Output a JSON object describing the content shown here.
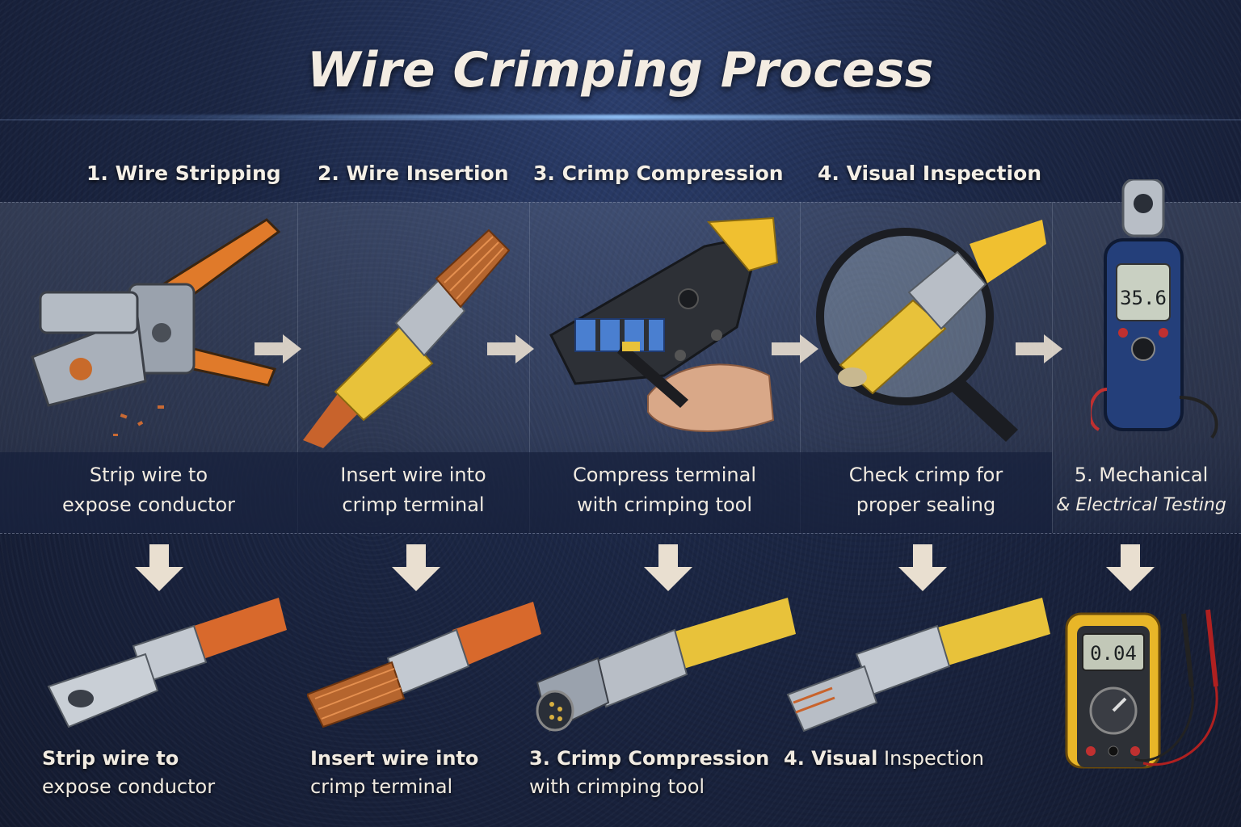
{
  "title": "Wire Crimping Process",
  "steps": [
    {
      "header": "1. Wire Stripping",
      "caption_line1": "Strip wire to",
      "caption_line2": "expose conductor"
    },
    {
      "header": "2. Wire Insertion",
      "caption_line1": "Insert wire into",
      "caption_line2": "crimp terminal"
    },
    {
      "header": "3. Crimp Compression",
      "caption_line1": "Compress terminal",
      "caption_line2": "with crimping tool"
    },
    {
      "header": "4. Visual Inspection",
      "caption_line1": "Check crimp for",
      "caption_line2": "proper sealing"
    },
    {
      "header": "",
      "caption_line1": "5. Mechanical",
      "caption_line2": "& Electrical Testing"
    }
  ],
  "bottom": [
    {
      "line1": "Strip wire to",
      "line2": "expose conductor"
    },
    {
      "line1": "Insert wire into",
      "line2": "crimp terminal"
    },
    {
      "line1": "3. Crimp Compression",
      "line2": "with crimping tool"
    },
    {
      "line1_bold": "4. Visual",
      "line1_rest": "Inspection"
    }
  ],
  "meter_top": {
    "display": "35.6"
  },
  "multimeter": {
    "display": "0.04"
  },
  "colors": {
    "background": "#1b2644",
    "accent_orange": "#e07a2a",
    "accent_yellow": "#e8c23a",
    "meter_blue": "#243f7a",
    "text": "#f4efe6"
  }
}
